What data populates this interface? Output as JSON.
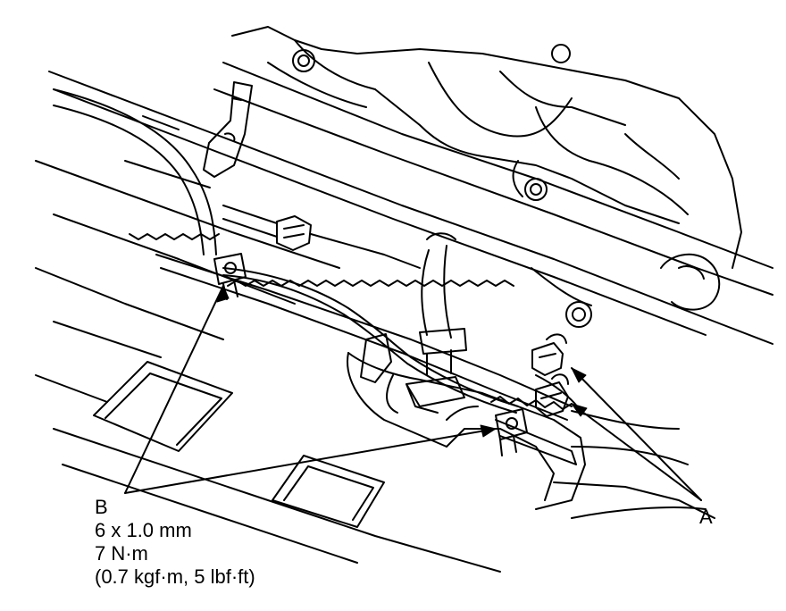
{
  "callouts": {
    "a": {
      "letter": "A"
    },
    "b": {
      "letter": "B",
      "bolt_size": "6 x 1.0 mm",
      "torque_nm": "7 N·m",
      "torque_alt": "(0.7 kgf·m, 5 lbf·ft)"
    }
  },
  "colors": {
    "line": "#000000",
    "background": "#ffffff",
    "fill": "#ffffff"
  }
}
